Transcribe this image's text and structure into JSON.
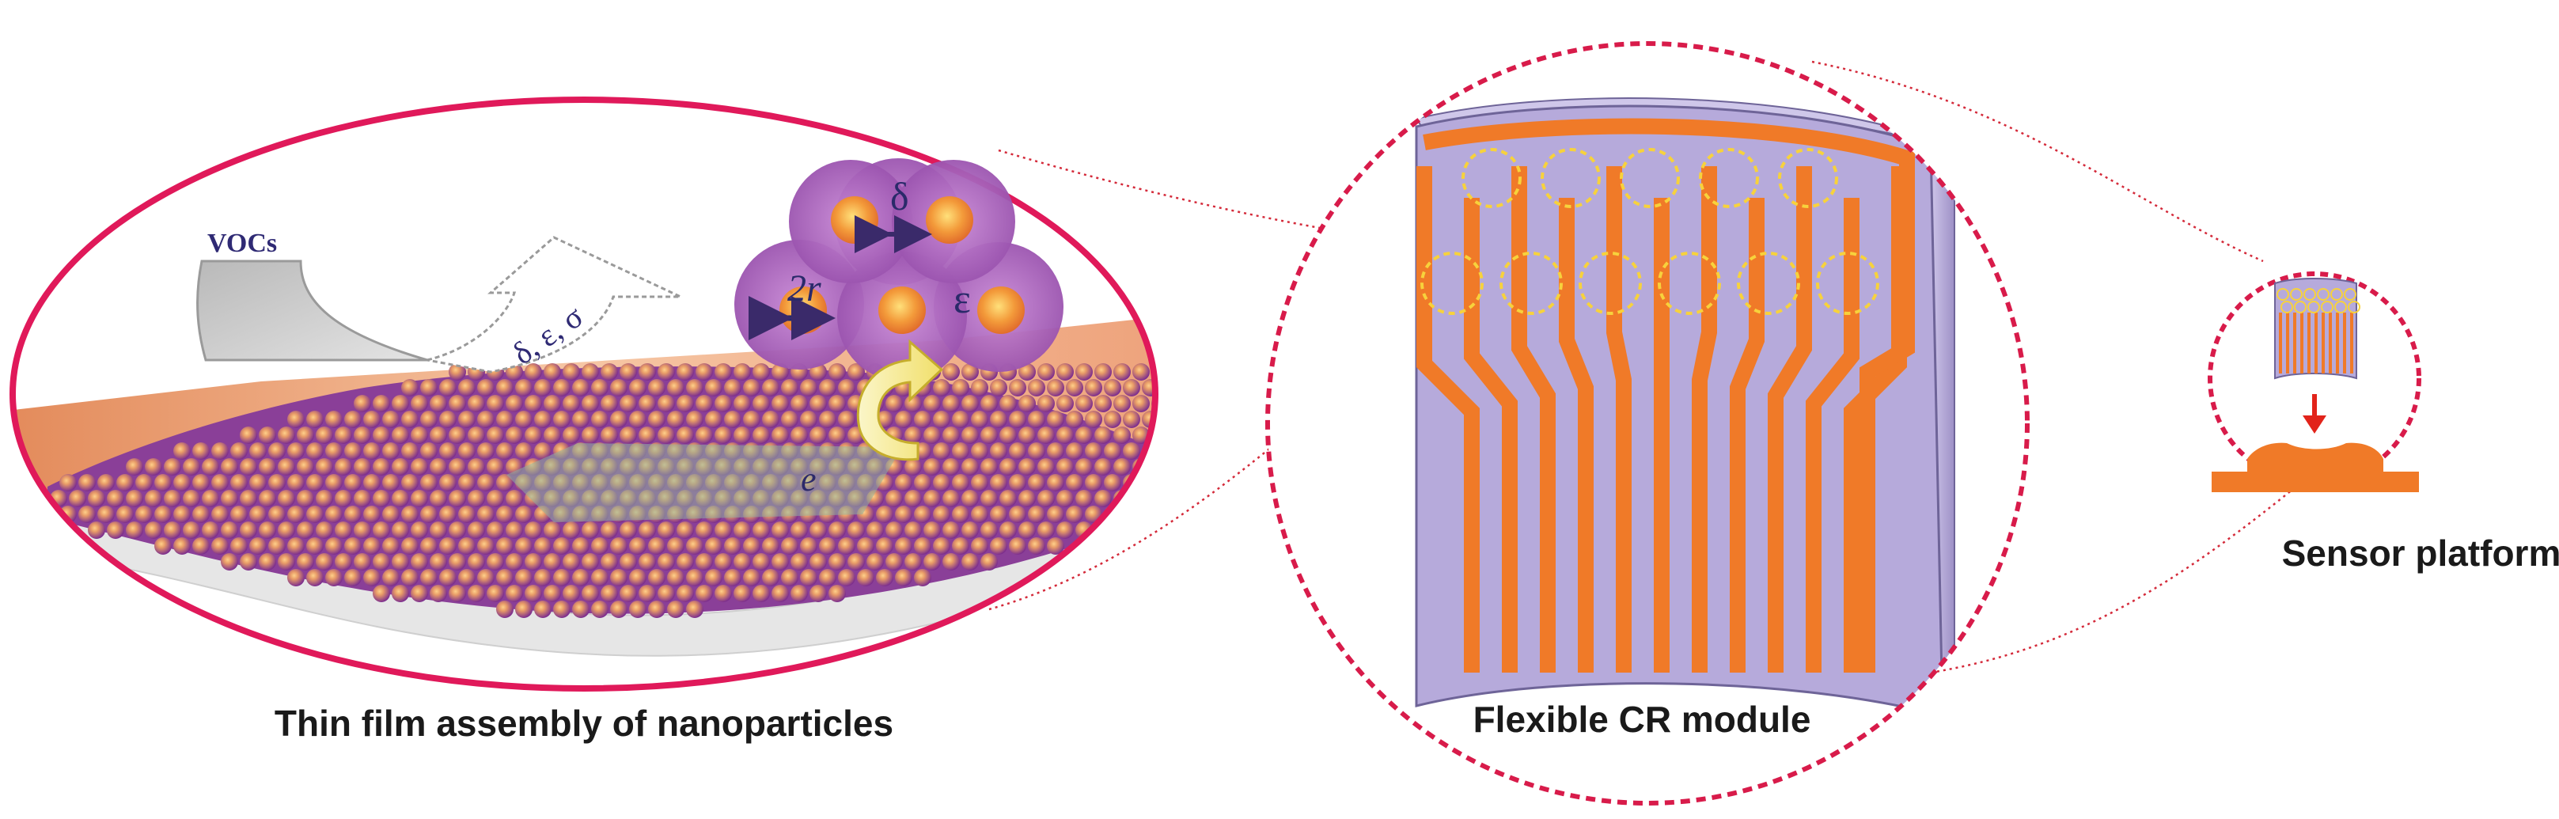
{
  "panels": {
    "film": {
      "caption": "Thin film assembly of nanoparticles",
      "vocs_label": "VOCs",
      "params_label": "δ, ε, σ",
      "delta_label": "δ",
      "radius_label": "2r",
      "epsilon_label": "ε",
      "electron_label": "e"
    },
    "module": {
      "caption": "Flexible CR module"
    },
    "platform": {
      "caption": "Sensor platform"
    }
  },
  "colors": {
    "ellipse_border": "#e0195a",
    "dashed_circle": "#d81b4a",
    "substrate_peach": "#f2a77a",
    "particle_purple": "#9a4fa8",
    "particle_core": "#f39a3a",
    "module_lavender": "#b3a6d8",
    "electrode_orange": "#f07a28",
    "sensor_dashes": "#f7d23c",
    "arrow_red": "#e2231a"
  }
}
